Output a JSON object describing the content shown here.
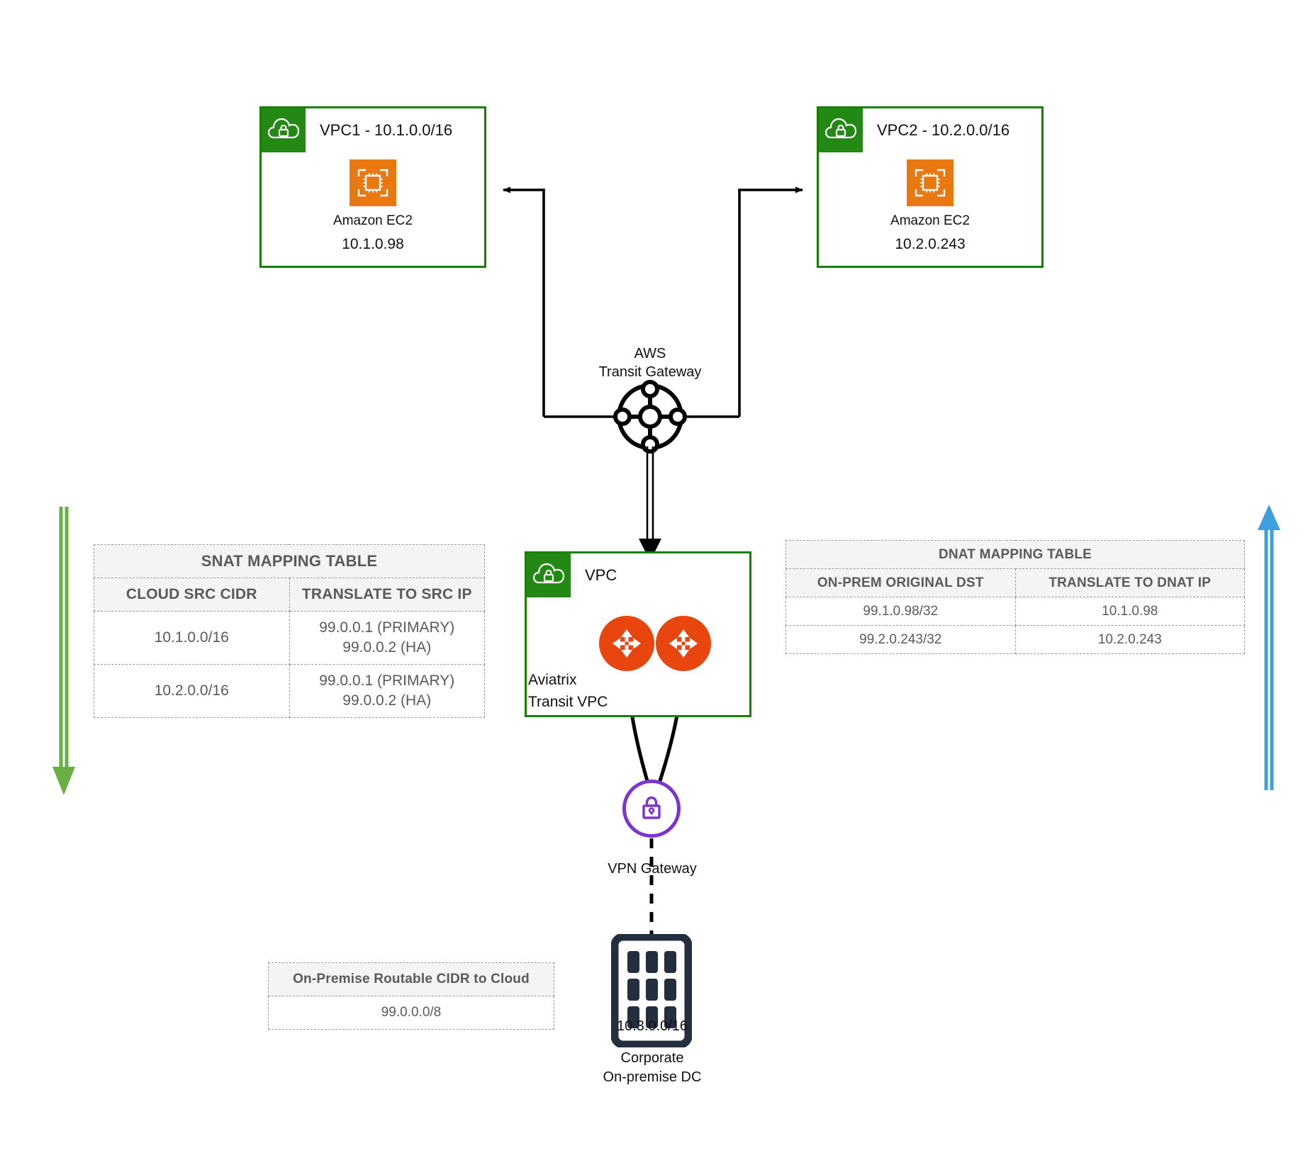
{
  "vpc1": {
    "title": "VPC1 - 10.1.0.0/16",
    "icon": "vpc-cloud-lock-icon",
    "ec2_label": "Amazon EC2",
    "ec2_ip": "10.1.0.98"
  },
  "vpc2": {
    "title": "VPC2 - 10.2.0.0/16",
    "icon": "vpc-cloud-lock-icon",
    "ec2_label": "Amazon EC2",
    "ec2_ip": "10.2.0.243"
  },
  "transit_gateway": {
    "line1": "AWS",
    "line2": "Transit Gateway",
    "icon": "transit-gateway-hub-icon"
  },
  "transit_vpc": {
    "title": "VPC",
    "label_line1": "Aviatrix",
    "label_line2": "Transit  VPC",
    "gateway_icon": "aviatrix-router-arrows-icon"
  },
  "vpn_gateway": {
    "label": "VPN Gateway",
    "icon": "padlock-icon"
  },
  "on_prem_dc": {
    "cidr": "10.3.0.0/16",
    "label_line1": "Corporate",
    "label_line2": "On-premise DC",
    "icon": "datacenter-building-icon"
  },
  "snat_table": {
    "title": "SNAT MAPPING TABLE",
    "headers": [
      "CLOUD SRC CIDR",
      "TRANSLATE TO SRC IP"
    ],
    "rows": [
      [
        "10.1.0.0/16",
        "99.0.0.1 (PRIMARY)\n99.0.0.2 (HA)"
      ],
      [
        "10.2.0.0/16",
        "99.0.0.1 (PRIMARY)\n99.0.0.2 (HA)"
      ]
    ]
  },
  "dnat_table": {
    "title": "DNAT MAPPING TABLE",
    "headers": [
      "ON-PREM ORIGINAL DST",
      "TRANSLATE TO DNAT IP"
    ],
    "rows": [
      [
        "99.1.0.98/32",
        "10.1.0.98"
      ],
      [
        "99.2.0.243/32",
        "10.2.0.243"
      ]
    ]
  },
  "cidr_table": {
    "title": "On-Premise Routable CIDR to Cloud",
    "value": "99.0.0.0/8"
  },
  "flow_arrows": {
    "left": {
      "name": "outbound-flow-arrow",
      "direction": "down",
      "color": "#6aaf45"
    },
    "right": {
      "name": "inbound-flow-arrow",
      "direction": "up",
      "color": "#3d9ee0"
    }
  },
  "colors": {
    "vpc_border": "#1a8000",
    "vpc_badge": "#248814",
    "ec2_orange": "#e8780f",
    "aviatrix_orange": "#e8450f",
    "vpn_purple": "#7b34d1",
    "dc_navy": "#232f3e",
    "green_arrow": "#6aaf45",
    "blue_arrow": "#3d9ee0",
    "table_text": "#5a5a5a"
  }
}
